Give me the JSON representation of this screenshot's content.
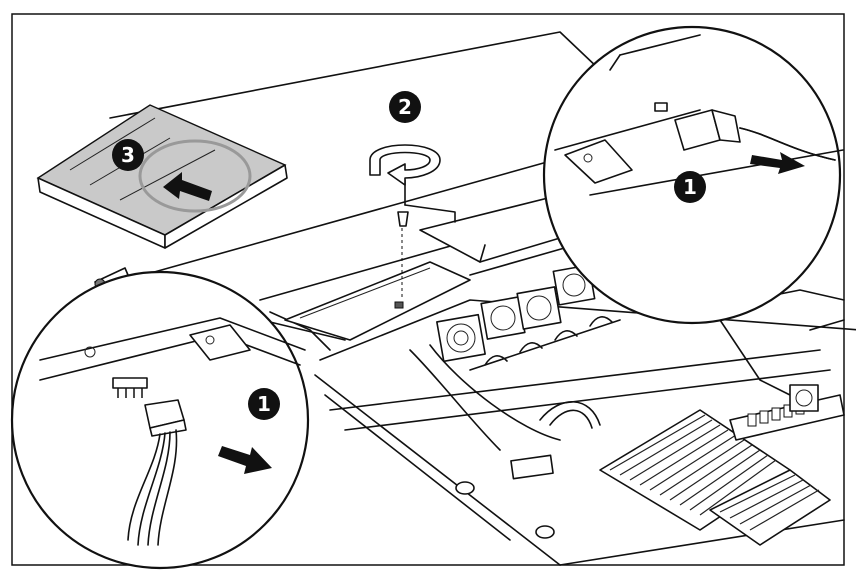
{
  "diagram": {
    "callouts": [
      {
        "id": "step-1-top",
        "label": "1"
      },
      {
        "id": "step-2",
        "label": "2"
      },
      {
        "id": "step-3",
        "label": "3"
      },
      {
        "id": "step-1-bottom",
        "label": "1"
      }
    ]
  }
}
